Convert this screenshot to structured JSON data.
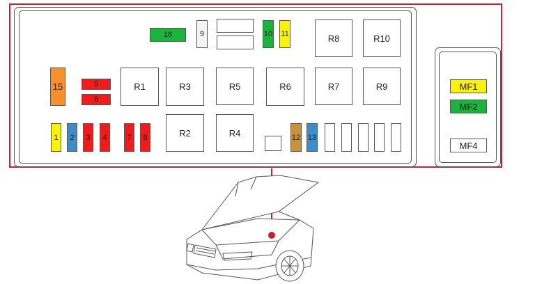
{
  "colors": {
    "frame": "#c8202f",
    "red": "#ee1c1c",
    "blue": "#3e8cc8",
    "yellow": "#fbf20b",
    "green": "#19b43c",
    "orange": "#f5902f",
    "brown": "#c8923a",
    "white": "#ffffff",
    "light_gray": "#f4f4f4",
    "dot": "#c8202f"
  },
  "relays": {
    "r1": "R1",
    "r2": "R2",
    "r3": "R3",
    "r4": "R4",
    "r5": "R5",
    "r6": "R6",
    "r7": "R7",
    "r8": "R8",
    "r9": "R9",
    "r10": "R10"
  },
  "fuses": {
    "f1": "1",
    "f2": "2",
    "f3": "3",
    "f4": "4",
    "f5": "5",
    "f6": "6",
    "f7": "7",
    "f8": "8",
    "f9": "9",
    "f10": "10",
    "f11": "11",
    "f12": "12",
    "f13": "13",
    "f15": "15",
    "f16": "16"
  },
  "maxi_fuses": {
    "mf1": "MF1",
    "mf2": "MF2",
    "mf4": "MF4"
  },
  "car_icon": "car-hood-open-icon"
}
